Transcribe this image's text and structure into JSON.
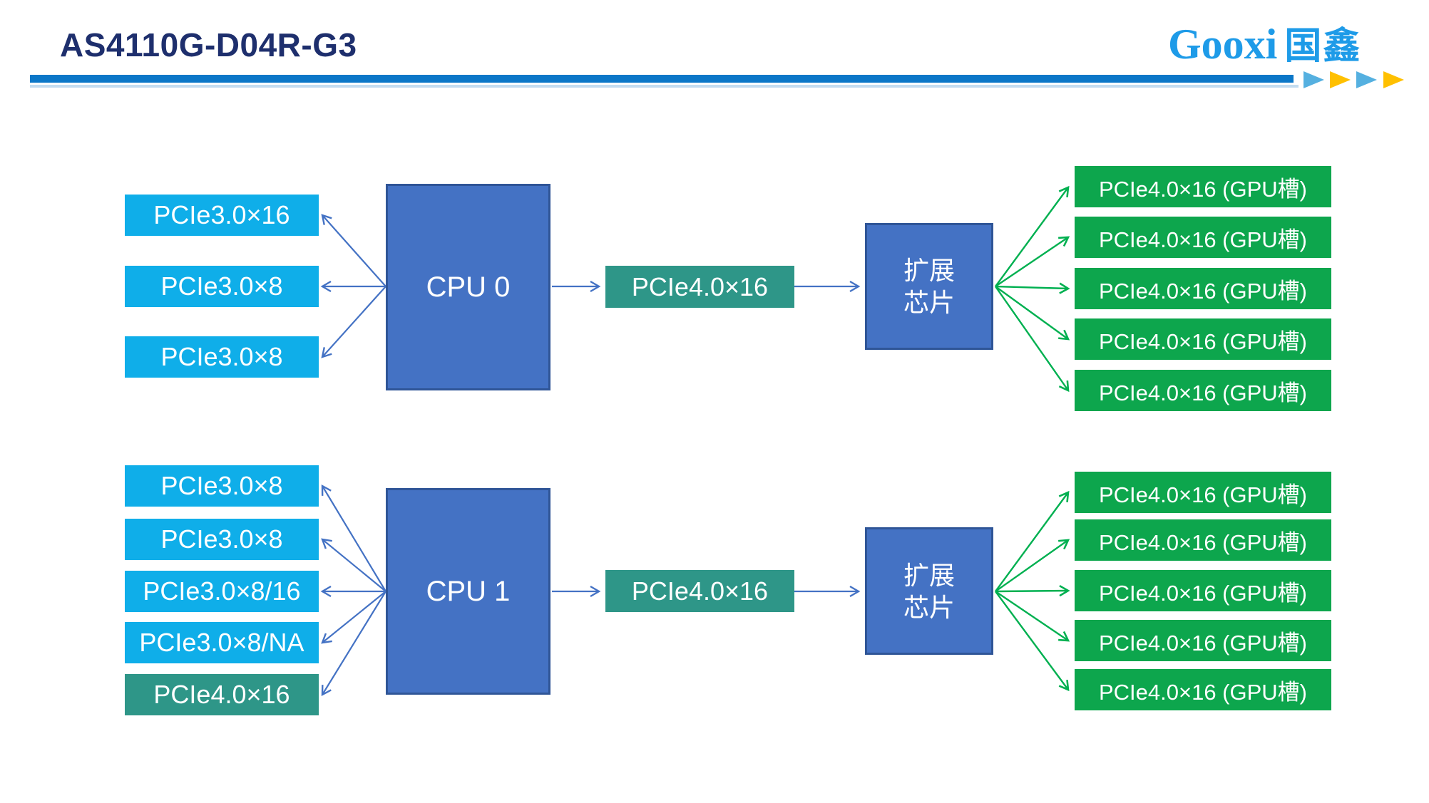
{
  "header": {
    "title": "AS4110G-D04R-G3",
    "logo": {
      "en": "Gooxi",
      "cn": "国鑫"
    }
  },
  "colors": {
    "title_navy": "#1E2F6D",
    "divider_blue": "#0B77C8",
    "divider_light": "#C3DCF0",
    "logo_blue": "#1E9BE8",
    "cyan_slot": "#0FAEE9",
    "teal_slot": "#2E9688",
    "green_slot": "#0DA64D",
    "cpu_fill": "#4472C4",
    "cpu_border": "#2F5597",
    "arrow_blue": "#4472C4",
    "arrow_green": "#00B050",
    "triangle_blue": "#55B0E0",
    "triangle_orange": "#FFC000"
  },
  "diagrams": [
    {
      "cpu": "CPU 0",
      "left_slots": [
        "PCIe3.0×16",
        "PCIe3.0×8",
        "PCIe3.0×8"
      ],
      "uplink": "PCIe4.0×16",
      "expander": {
        "line1": "扩展",
        "line2": "芯片"
      },
      "gpu_slots": [
        "PCIe4.0×16 (GPU槽)",
        "PCIe4.0×16 (GPU槽)",
        "PCIe4.0×16 (GPU槽)",
        "PCIe4.0×16 (GPU槽)",
        "PCIe4.0×16 (GPU槽)"
      ]
    },
    {
      "cpu": "CPU 1",
      "left_slots": [
        "PCIe3.0×8",
        "PCIe3.0×8",
        "PCIe3.0×8/16",
        "PCIe3.0×8/NA",
        "PCIe4.0×16"
      ],
      "uplink": "PCIe4.0×16",
      "expander": {
        "line1": "扩展",
        "line2": "芯片"
      },
      "gpu_slots": [
        "PCIe4.0×16 (GPU槽)",
        "PCIe4.0×16 (GPU槽)",
        "PCIe4.0×16 (GPU槽)",
        "PCIe4.0×16 (GPU槽)",
        "PCIe4.0×16 (GPU槽)"
      ]
    }
  ]
}
